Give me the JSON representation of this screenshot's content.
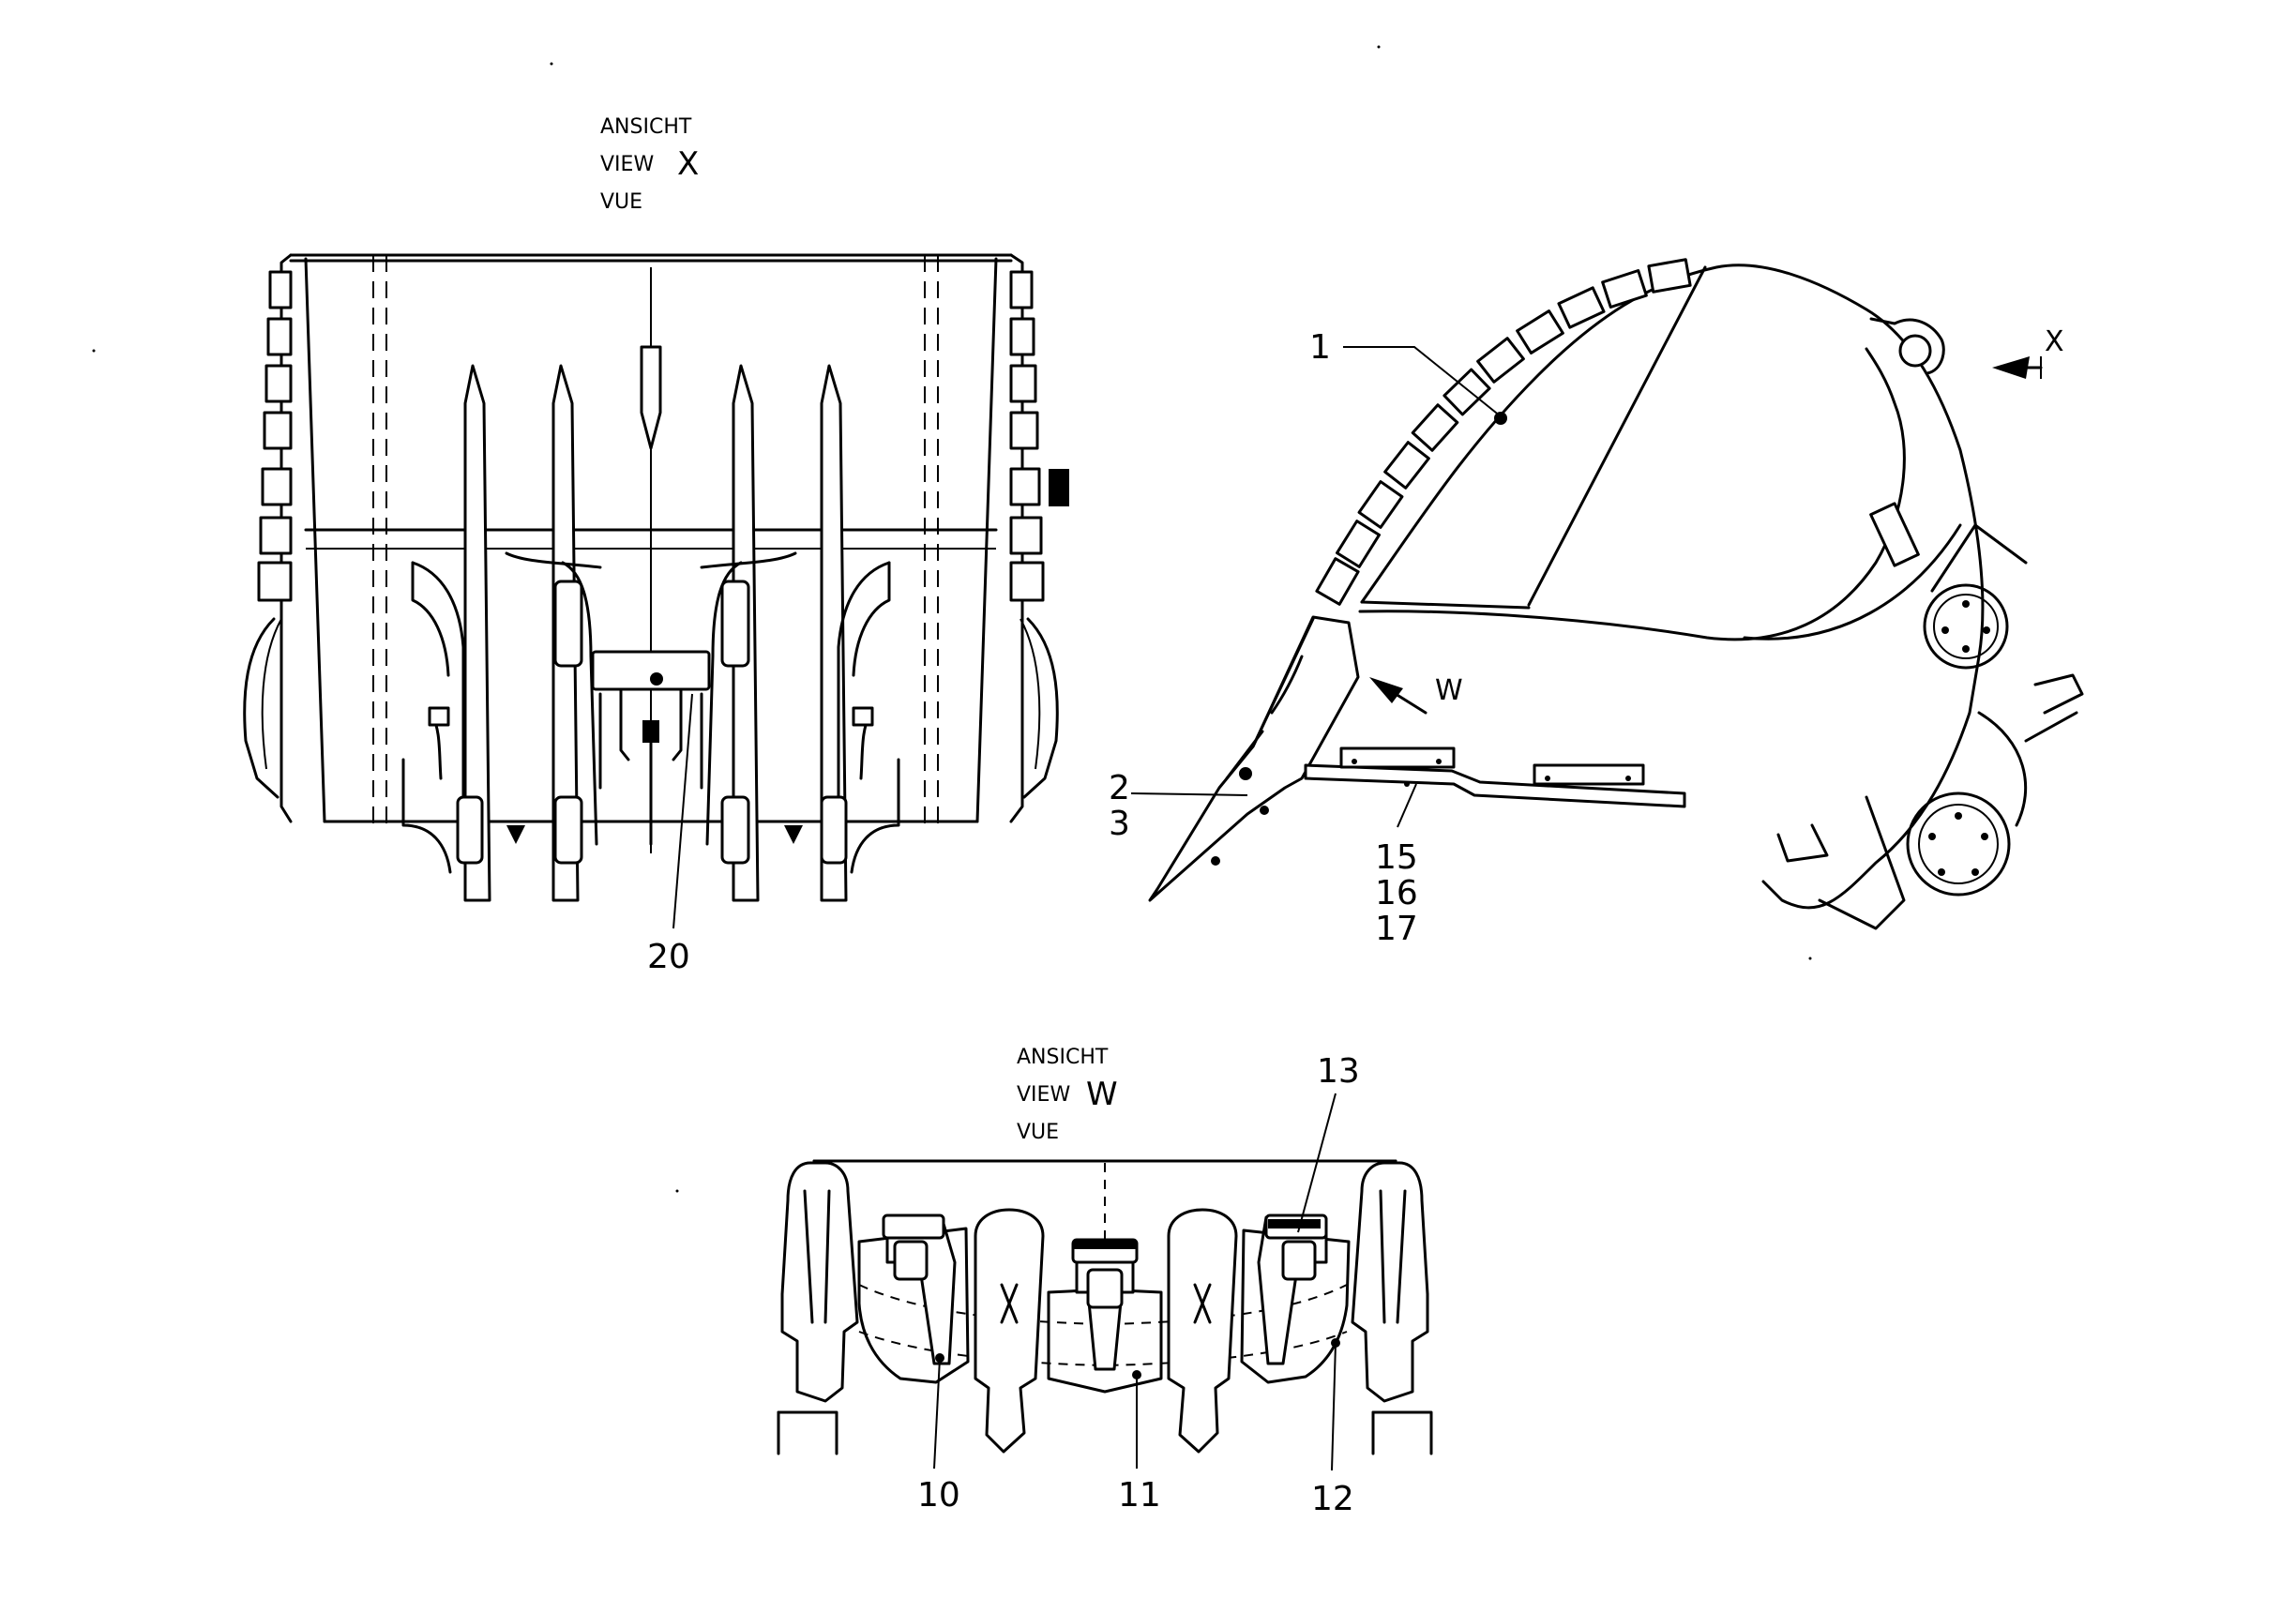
{
  "view_x": {
    "line1": "ANSICHT",
    "line2": "VIEW",
    "letter": "X",
    "line3": "VUE"
  },
  "view_w": {
    "line1": "ANSICHT",
    "line2": "VIEW",
    "letter": "W",
    "line3": "VUE"
  },
  "arrows": {
    "x": "X",
    "w": "W"
  },
  "callouts": {
    "c1": "1",
    "c2": "2",
    "c3": "3",
    "c10": "10",
    "c11": "11",
    "c12": "12",
    "c13": "13",
    "c15": "15",
    "c16": "16",
    "c17": "17",
    "c20": "20"
  }
}
